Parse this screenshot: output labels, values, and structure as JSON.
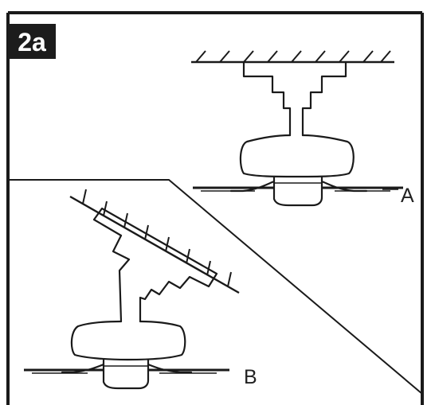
{
  "figure": {
    "badge": "2a",
    "labels": {
      "a": "A",
      "b": "B"
    }
  },
  "colors": {
    "ink": "#1a1a1a",
    "badge_bg": "#1c1c1c",
    "background": "#ffffff"
  }
}
